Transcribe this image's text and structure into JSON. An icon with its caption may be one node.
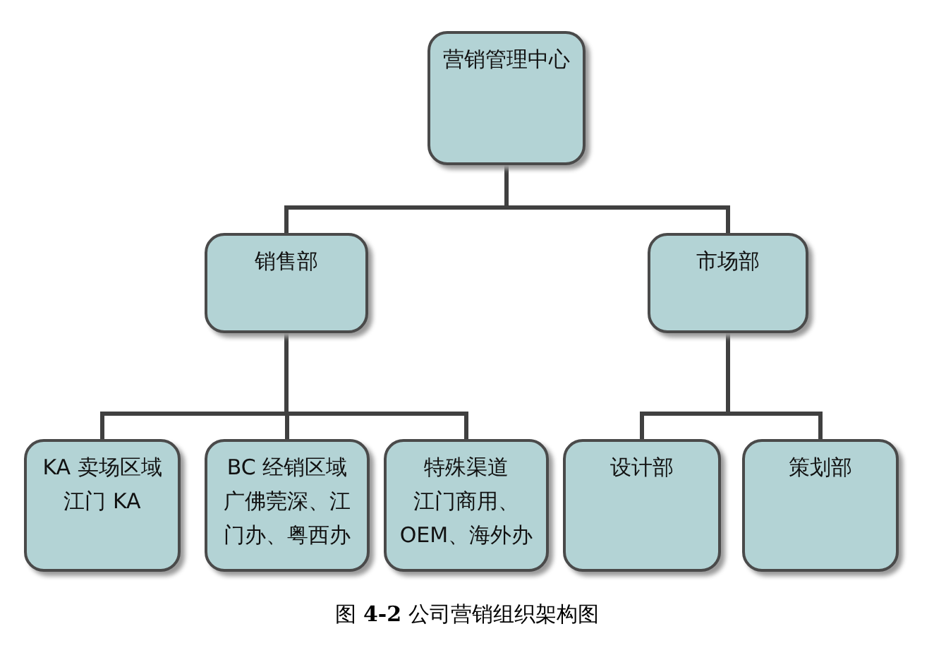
{
  "diagram": {
    "caption": "图 **4-2** 公司营销组织架构图",
    "nodes": [
      {
        "text": [
          "营销管理中心"
        ]
      },
      {
        "text": [
          "销售部"
        ]
      },
      {
        "text": [
          "市场部"
        ]
      },
      {
        "text": [
          "KA 卖场区域",
          "江门 KA"
        ]
      },
      {
        "text": [
          "BC 经销区域",
          "广佛莞深、江门办、粤西办"
        ]
      },
      {
        "text": [
          "特殊渠道",
          "江门商用、OEM、海外办"
        ]
      },
      {
        "text": [
          "设计部"
        ]
      },
      {
        "text": [
          "策划部"
        ]
      }
    ],
    "edges": [
      {
        "from": 0,
        "to": 1,
        "arrow": "none"
      },
      {
        "from": 0,
        "to": 2,
        "arrow": "none"
      },
      {
        "from": 1,
        "to": 3,
        "arrow": "none"
      },
      {
        "from": 1,
        "to": 4,
        "arrow": "none"
      },
      {
        "from": 1,
        "to": 5,
        "arrow": "none"
      },
      {
        "from": 2,
        "to": 6,
        "arrow": "none"
      },
      {
        "from": 2,
        "to": 7,
        "arrow": "none"
      }
    ]
  }
}
